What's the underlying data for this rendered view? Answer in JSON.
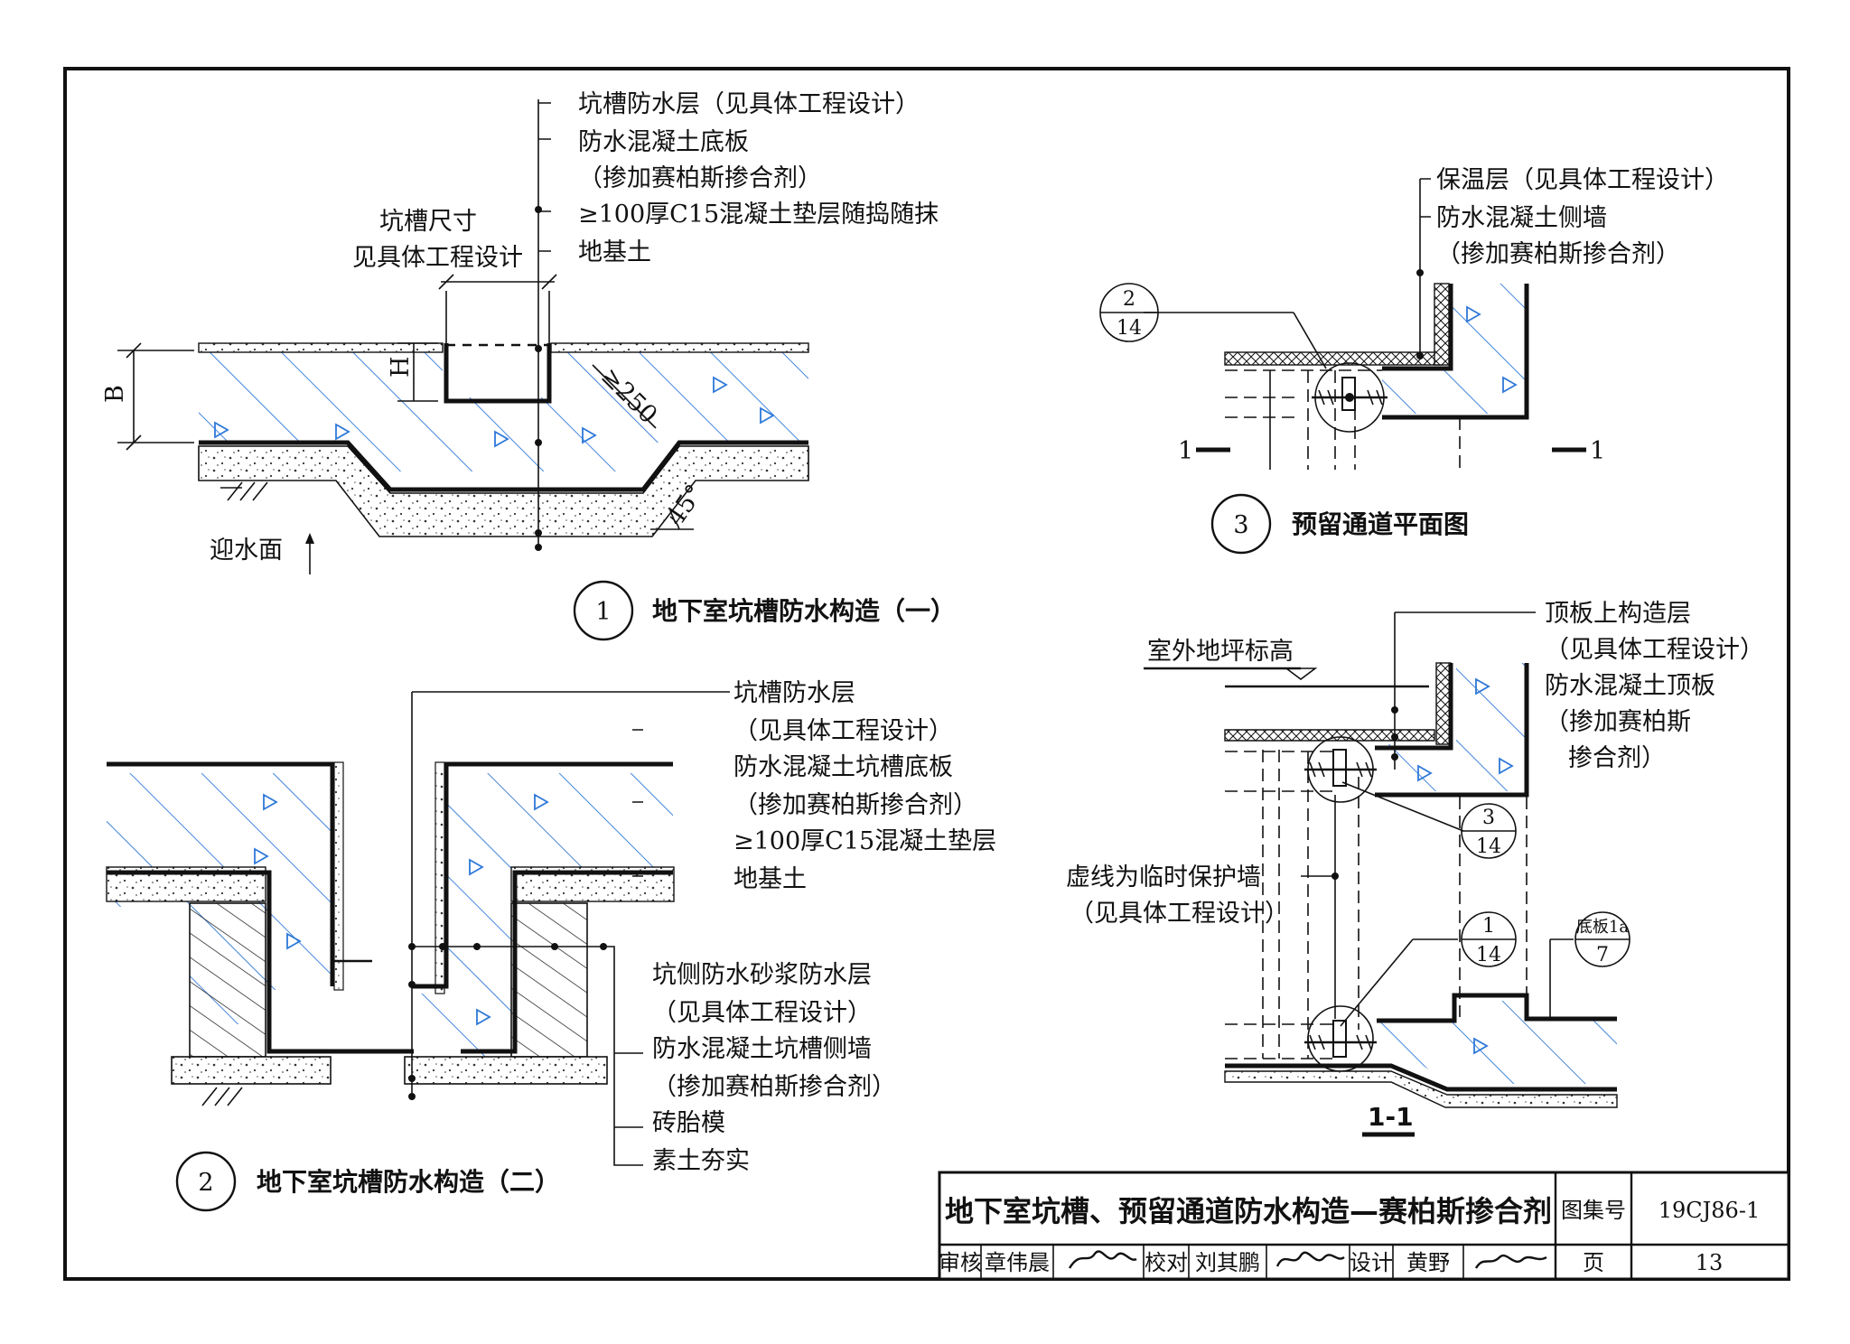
{
  "detail1": {
    "callouts": [
      "坑槽防水层（见具体工程设计）",
      "防水混凝土底板",
      "（掺加赛柏斯掺合剂）",
      "≥100厚C15混凝土垫层随捣随抹",
      "地基土"
    ],
    "pit_size": [
      "坑槽尺寸",
      "见具体工程设计"
    ],
    "dim_B": "B",
    "dim_H": "H",
    "dim_250": "≥250",
    "angle": "45°",
    "water_face": "迎水面",
    "caption_no": "1",
    "caption": "地下室坑槽防水构造（一）"
  },
  "detail2": {
    "callouts_top": [
      "坑槽防水层",
      "（见具体工程设计）",
      "防水混凝土坑槽底板",
      "（掺加赛柏斯掺合剂）",
      "≥100厚C15混凝土垫层",
      "地基土"
    ],
    "callouts_bottom": [
      "坑侧防水砂浆防水层",
      "（见具体工程设计）",
      "防水混凝土坑槽侧墙",
      "（掺加赛柏斯掺合剂）",
      "砖胎模",
      "素土夯实"
    ],
    "caption_no": "2",
    "caption": "地下室坑槽防水构造（二）"
  },
  "detail3": {
    "callouts": [
      "保温层（见具体工程设计）",
      "防水混凝土侧墙",
      "（掺加赛柏斯掺合剂）"
    ],
    "ref": {
      "top": "2",
      "bottom": "14"
    },
    "section_left": "1",
    "section_right": "1",
    "caption_no": "3",
    "caption": "预留通道平面图"
  },
  "section11": {
    "ground_label": "室外地坪标高",
    "callouts": [
      "顶板上构造层",
      "（见具体工程设计）",
      "防水混凝土顶板",
      "（掺加赛柏斯",
      "掺合剂）"
    ],
    "temp_wall": [
      "虚线为临时保护墙",
      "（见具体工程设计）"
    ],
    "ref_a": {
      "top": "3",
      "bottom": "14"
    },
    "ref_b": {
      "top": "1",
      "bottom": "14"
    },
    "ref_c": {
      "top": "底板1a",
      "bottom": "7"
    },
    "caption": "1-1"
  },
  "title_block": {
    "title": "地下室坑槽、预留通道防水构造—赛柏斯掺合剂",
    "atlas_label": "图集号",
    "atlas_no": "19CJ86-1",
    "review_label": "审核",
    "reviewer": "章伟晨",
    "check_label": "校对",
    "checker": "刘其鹏",
    "design_label": "设计",
    "designer": "黄野",
    "page_label": "页",
    "page_no": "13"
  },
  "colors": {
    "ink": "#111111",
    "hatch": "#2e78d8",
    "paper": "#ffffff"
  }
}
